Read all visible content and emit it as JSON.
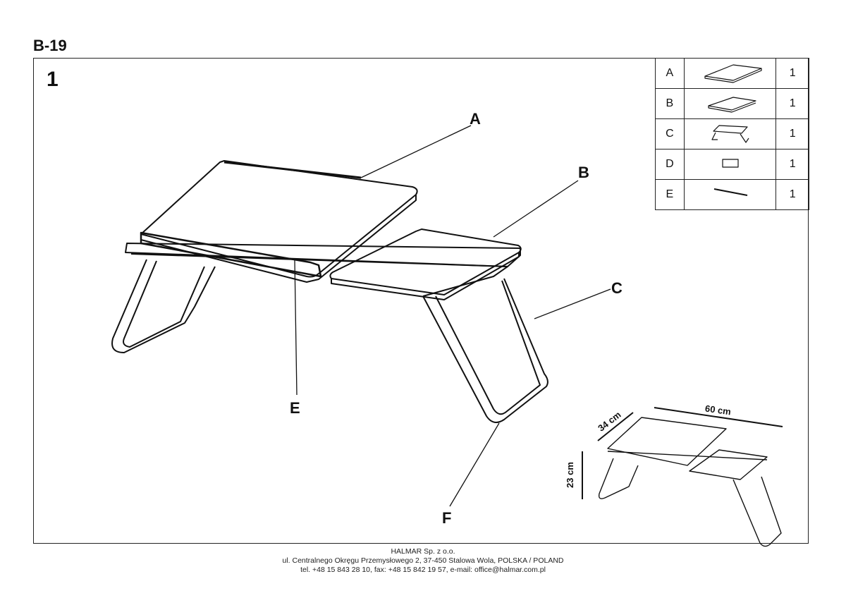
{
  "model": "B-19",
  "step": "1",
  "callouts": {
    "A": "A",
    "B": "B",
    "C": "C",
    "E": "E",
    "F": "F"
  },
  "parts": [
    {
      "letter": "A",
      "icon": "top-panel-large",
      "qty": "1"
    },
    {
      "letter": "B",
      "icon": "top-panel-small",
      "qty": "1"
    },
    {
      "letter": "C",
      "icon": "table-frame",
      "qty": "1"
    },
    {
      "letter": "D",
      "icon": "small-block",
      "qty": "1"
    },
    {
      "letter": "E",
      "icon": "stopper-bar",
      "qty": "1"
    }
  ],
  "dimensions": {
    "depth": "34 cm",
    "width": "60 cm",
    "height": "23 cm"
  },
  "footer": {
    "company": "HALMAR Sp. z o.o.",
    "address": "ul. Centralnego Okręgu Przemysłowego 2, 37-450 Stalowa Wola, POLSKA / POLAND",
    "contact": "tel. +48 15 843 28 10, fax: +48 15 842 19 57, e-mail: office@halmar.com.pl"
  }
}
